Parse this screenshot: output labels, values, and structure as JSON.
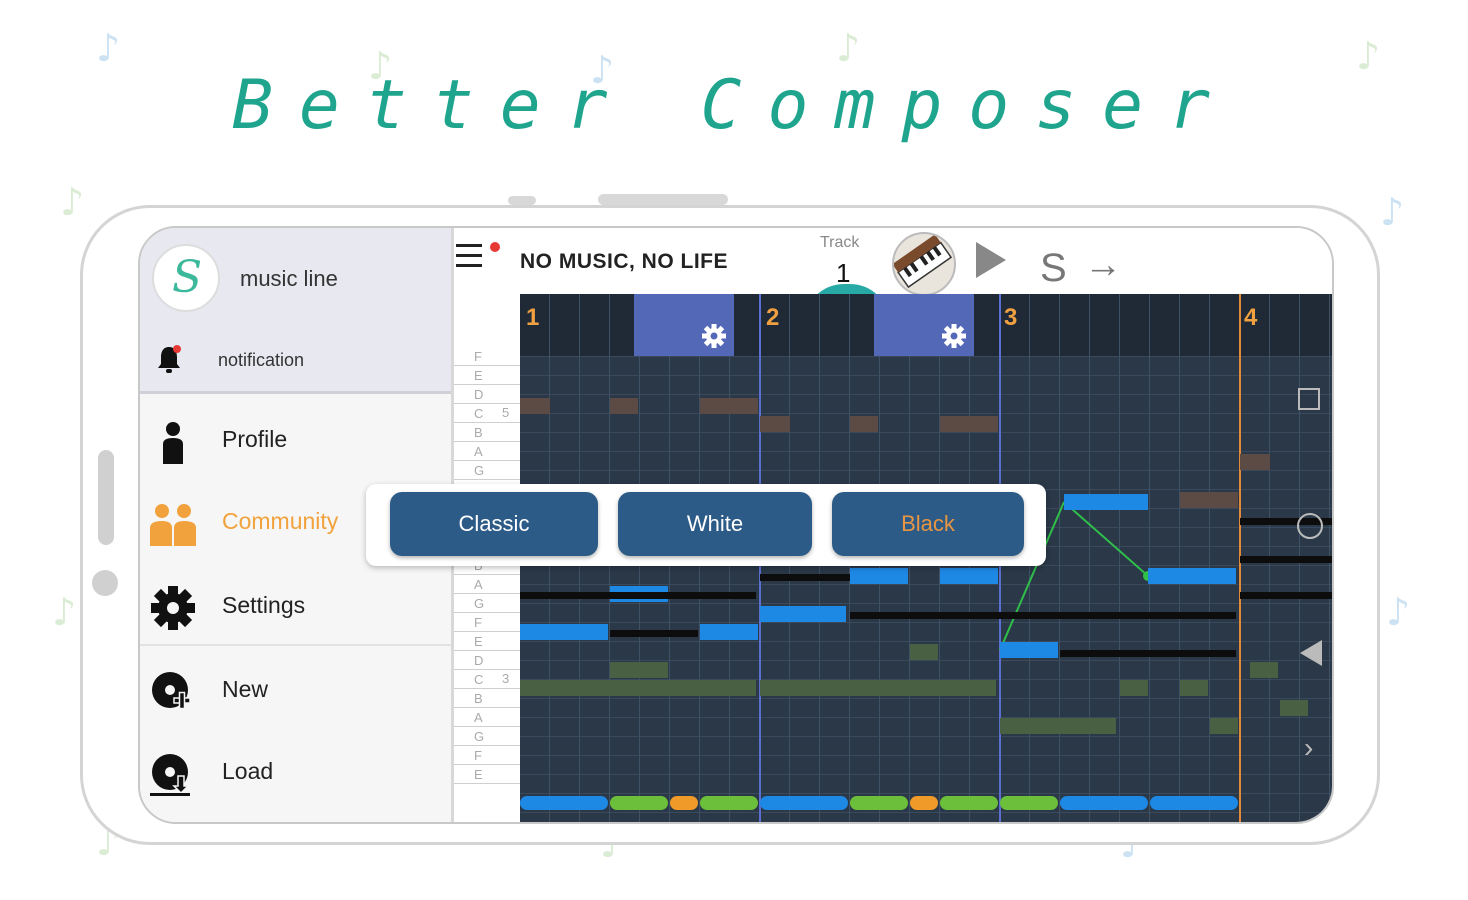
{
  "headline": "Better Composer",
  "sidebar": {
    "app_name": "music line",
    "notification_label": "notification",
    "items": [
      {
        "label": "Profile"
      },
      {
        "label": "Community"
      },
      {
        "label": "Settings"
      },
      {
        "label": "New"
      },
      {
        "label": "Load"
      }
    ]
  },
  "editor": {
    "song_title": "NO MUSIC, NO LIFE",
    "track_label": "Track",
    "track_number": "1",
    "solo_label": "S",
    "next_label": "→",
    "bars": [
      "1",
      "2",
      "3",
      "4"
    ],
    "note_keys": [
      "F",
      "E",
      "D",
      "C",
      "B",
      "A",
      "G",
      "F",
      "E",
      "D",
      "C",
      "B",
      "A",
      "G",
      "F",
      "E",
      "D",
      "C",
      "B",
      "A",
      "G",
      "F",
      "E"
    ],
    "octave_labels": [
      "5",
      "3"
    ]
  },
  "theme_popup": {
    "options": [
      {
        "label": "Classic"
      },
      {
        "label": "White"
      },
      {
        "label": "Black",
        "selected": true
      }
    ]
  },
  "colors": {
    "accent_teal": "#1fa58e",
    "active_orange": "#f2a23c",
    "note_blue": "#1e88e5",
    "button_blue": "#2d5b88"
  }
}
